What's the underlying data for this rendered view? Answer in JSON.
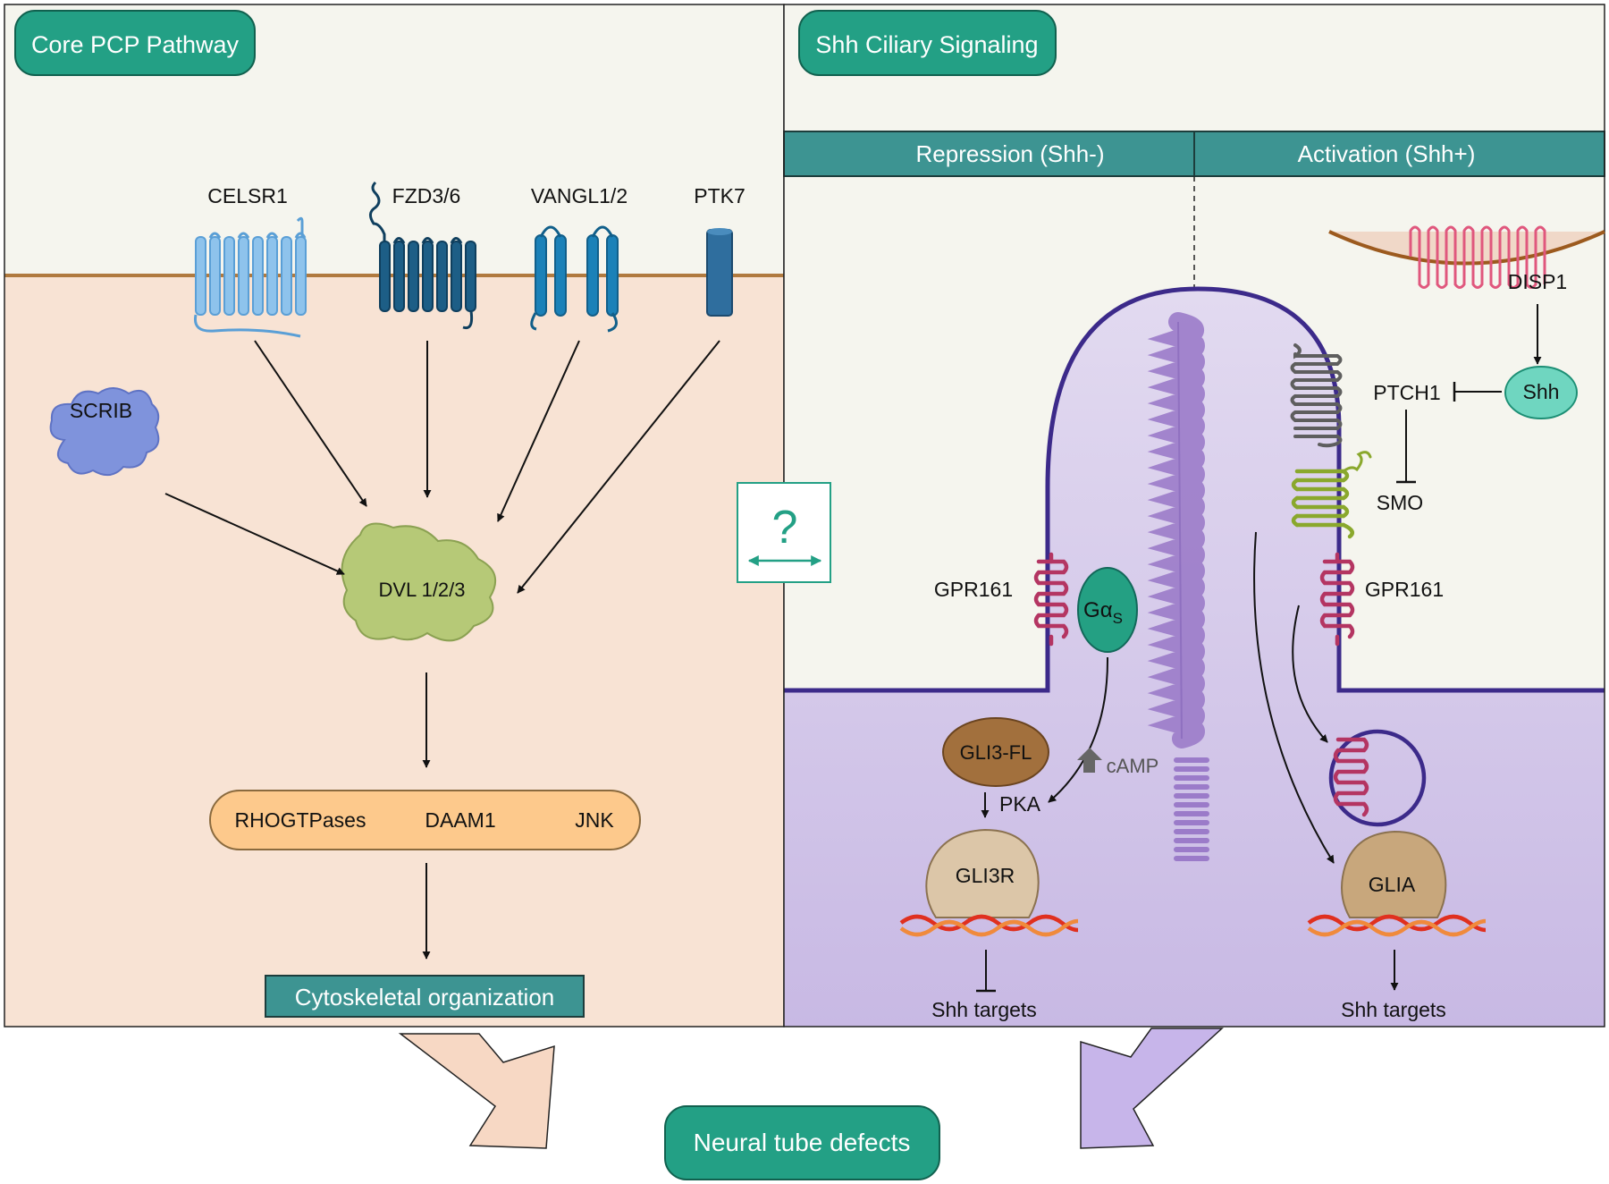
{
  "left_panel": {
    "title": "Core PCP Pathway",
    "receptors": [
      "CELSR1",
      "FZD3/6",
      "VANGL1/2",
      "PTK7"
    ],
    "scrib": "SCRIB",
    "dvl": "DVL 1/2/3",
    "effectors": [
      "RHOGTPases",
      "DAAM1",
      "JNK"
    ],
    "output": "Cytoskeletal organization"
  },
  "middle": {
    "question": "?"
  },
  "right_panel": {
    "title": "Shh Ciliary Signaling",
    "repression_header": "Repression (Shh-)",
    "activation_header": "Activation (Shh+)",
    "disp1": "DISP1",
    "shh": "Shh",
    "ptch1": "PTCH1",
    "smo": "SMO",
    "gpr161_left": "GPR161",
    "gpr161_right": "GPR161",
    "gas_main": "Gα",
    "gas_sub": "S",
    "gli3fl": "GLI3-FL",
    "camp": "cAMP",
    "pka": "PKA",
    "gli3r": "GLI3R",
    "glia": "GLIA",
    "targets_left": "Shh targets",
    "targets_right": "Shh targets"
  },
  "bottom": {
    "outcome": "Neural tube defects"
  },
  "colors": {
    "title_badge": "#23a085",
    "header_bar": "#3d9492",
    "pcp_cytoplasm": "#f8e3d4",
    "extracellular": "#f5f5ee",
    "membrane": "#b07a3f",
    "cilium": "#3c2a8a",
    "shh_cytoplasm": "#d5c9ea",
    "dvl": "#b6c977",
    "effector_bar": "#fdc98c",
    "gli": "#c8a77c",
    "gli3fl": "#a2703d",
    "gas": "#24a083",
    "shh": "#6fd6c0",
    "scrib": "#7f93dc"
  }
}
